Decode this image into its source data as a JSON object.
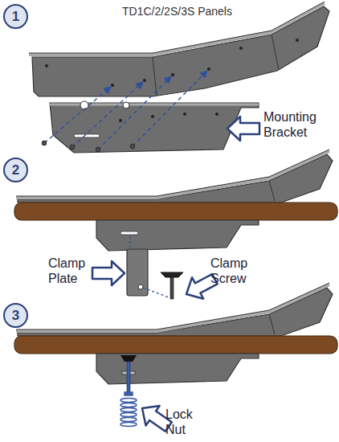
{
  "diagram": {
    "title": "TD1C/2/2S/3S Panels",
    "nodes": [
      {
        "text": [
          "1"
        ]
      },
      {
        "text": [
          "2"
        ]
      },
      {
        "text": [
          "3"
        ]
      }
    ],
    "labels": [
      "Mounting Bracket",
      "Clamp Plate",
      "Clamp Screw",
      "Lock Nut"
    ]
  }
}
